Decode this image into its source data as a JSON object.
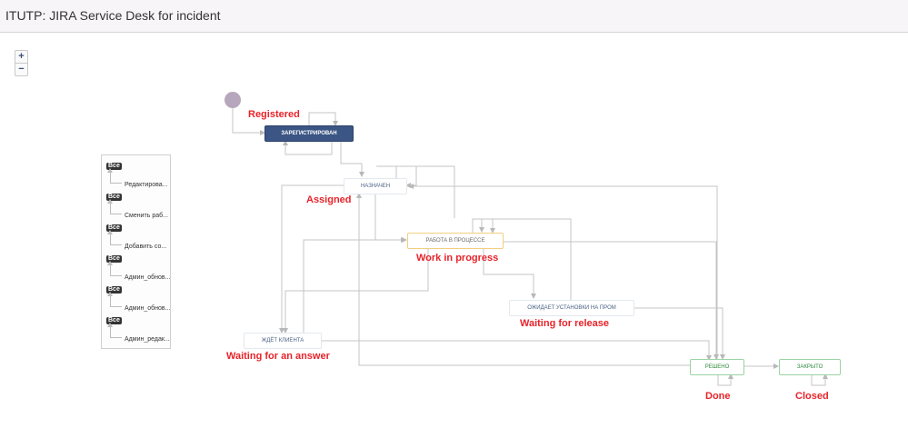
{
  "header": {
    "title": "ITUTP: JIRA Service Desk for incident"
  },
  "zoom": {
    "in_label": "+",
    "out_label": "−"
  },
  "legend": {
    "items": [
      {
        "badge": "Все",
        "label": "Редактирова..."
      },
      {
        "badge": "Все",
        "label": "Сменить раб..."
      },
      {
        "badge": "Все",
        "label": "Добавить со..."
      },
      {
        "badge": "Все",
        "label": "Админ_обнов..."
      },
      {
        "badge": "Все",
        "label": "Админ_обнов..."
      },
      {
        "badge": "Все",
        "label": "Админ_редак..."
      }
    ]
  },
  "states": {
    "registered": "ЗАРЕГИСТРИРОВАН",
    "assigned": "НАЗНАЧЕН",
    "in_progress": "РАБОТА В ПРОЦЕССЕ",
    "waiting_release": "ОЖИДАЕТ УСТАНОВКИ НА ПРОМ",
    "waiting_customer": "ЖДЁТ КЛИЕНТА",
    "resolved": "РЕШЕНО",
    "closed": "ЗАКРЫТО"
  },
  "annotations": {
    "registered": "Registered",
    "assigned": "Assigned",
    "in_progress": "Work in progress",
    "waiting_release": "Waiting for release",
    "waiting_answer": "Waiting for an answer",
    "done": "Done",
    "closed": "Closed"
  },
  "colors": {
    "accent_blue": "#3b5584",
    "annotation_red": "#e8232a",
    "in_progress_border": "#f2cf80",
    "done_green": "#2f8a3f"
  }
}
